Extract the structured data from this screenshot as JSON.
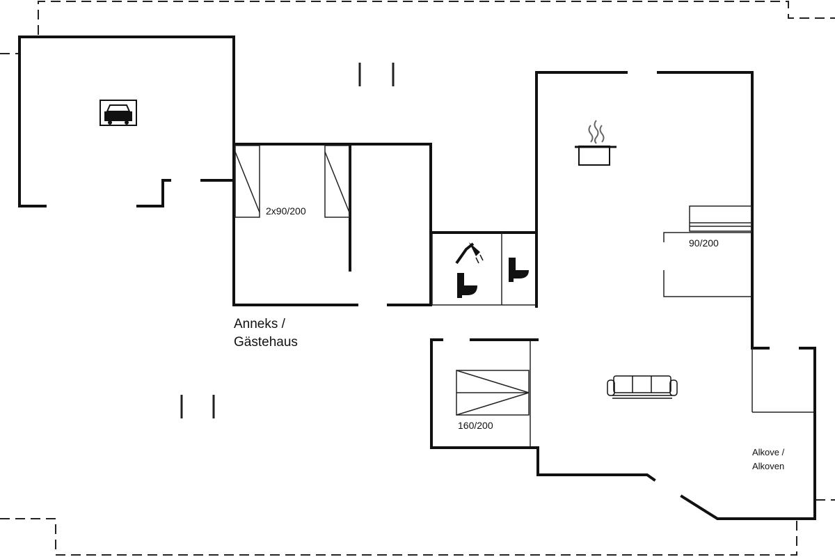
{
  "floorplan": {
    "labels": {
      "guest_beds": "2x90/200",
      "single_bed": "90/200",
      "double_bed": "160/200",
      "annex_line1": "Anneks /",
      "annex_line2": "Gästehaus",
      "alcove_line1": "Alkove /",
      "alcove_line2": "Alkoven"
    },
    "icons": [
      "car-icon",
      "cooking-pot-icon",
      "shower-icon",
      "toilet-icon",
      "sofa-icon"
    ]
  }
}
